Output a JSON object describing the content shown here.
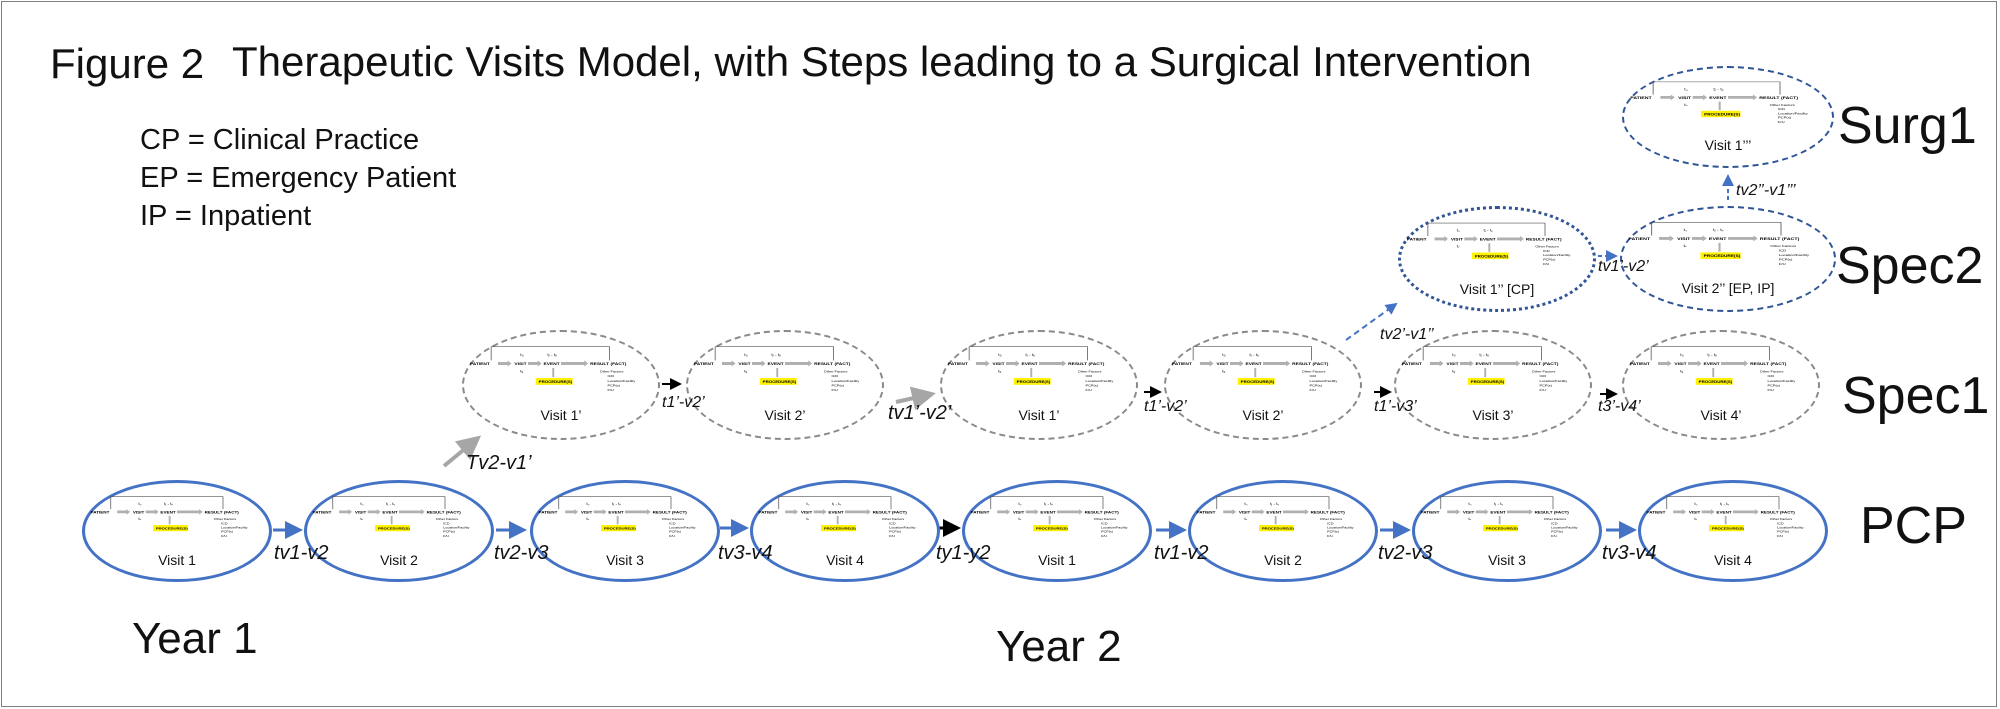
{
  "title": {
    "figure_label": "Figure 2",
    "text": "Therapeutic Visits Model, with Steps leading to a Surgical Intervention"
  },
  "legend": [
    "CP = Clinical Practice",
    "EP = Emergency Patient",
    " IP = Inpatient"
  ],
  "levels": {
    "surg1": "Surg1",
    "spec2": "Spec2",
    "spec1": "Spec1",
    "pcp": "PCP"
  },
  "years": {
    "year1": "Year 1",
    "year2": "Year 2"
  },
  "mini_diagram": {
    "patient": "PATIENT",
    "visit": "VISIT",
    "event": "EVENT",
    "result": "RESULT (FACT)",
    "procedure": "PROCEDURE(S)",
    "t0": "t₀",
    "tt": "tᵥ",
    "tf": "tⱼ - tᵧ",
    "other": [
      "Other Factors",
      "ICD",
      "Location/Facility",
      "PCP(s)",
      "F/U"
    ],
    "colors": {
      "arrow": "#b0b0b0",
      "procedure_fill": "#FFF200",
      "line": "#555555"
    }
  },
  "pcp_visits": [
    "Visit 1",
    "Visit 2",
    "Visit 3",
    "Visit 4",
    "Visit 1",
    "Visit 2",
    "Visit 3",
    "Visit 4"
  ],
  "spec1_visits": [
    "Visit 1’",
    "Visit 2’",
    "Visit 1’",
    "Visit 2’",
    "Visit 3’",
    "Visit 4’"
  ],
  "spec2_visits": [
    "Visit 1’’ [CP]",
    "Visit 2’’ [EP, IP]"
  ],
  "surg1_visits": [
    "Visit 1’’’"
  ],
  "time_labels": {
    "pcp": [
      "tv1-v2",
      "tv2-v3",
      "tv3-v4",
      "ty1-y2",
      "tv1-v2",
      "tv2-v3",
      "tv3-v4"
    ],
    "spec1_small": [
      "t1’-v2’",
      "t1’-v2’",
      "t1’-v3’",
      "t3’-v4’"
    ],
    "transitions": {
      "pcp_to_spec1": "Tv2-v1’",
      "spec1_year_gap": "tv1’-v2’",
      "spec1_to_spec2": "tv2’-v1’’",
      "spec2_small": "tv1’-v2’",
      "spec2_to_surg1": "tv2’’-v1’’’"
    }
  },
  "colors": {
    "pcp_border": "#4472C4",
    "spec_border": "#8a8a8a",
    "spec2_border": "#2F5597",
    "arrow_blue": "#4472C4",
    "arrow_gray": "#a6a6a6",
    "arrow_black": "#000000"
  }
}
